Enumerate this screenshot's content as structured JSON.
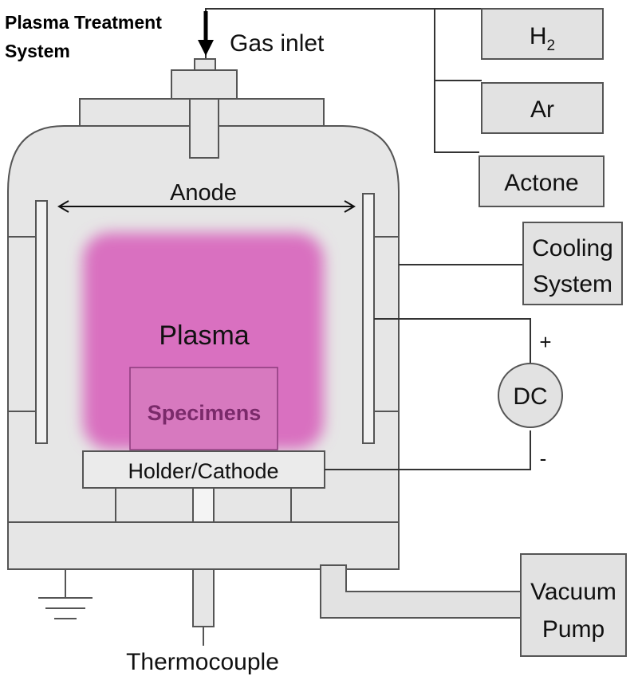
{
  "title_line1": "Plasma Treatment",
  "title_line2": "System",
  "gas_inlet": "Gas inlet",
  "gas_h2": "H",
  "gas_h2_sub": "2",
  "gas_ar": "Ar",
  "gas_acetone": "Actone",
  "anode": "Anode",
  "plasma": "Plasma",
  "specimens": "Specimens",
  "holder": "Holder/Cathode",
  "cooling_line1": "Cooling",
  "cooling_line2": "System",
  "dc": "DC",
  "plus": "+",
  "minus": "-",
  "vacuum_line1": "Vacuum",
  "vacuum_line2": "Pump",
  "thermocouple": "Thermocouple",
  "colors": {
    "chamber_fill": "#e6e6e6",
    "box_fill": "#e2e2e2",
    "stroke": "#555555",
    "plasma": "#d96fc0",
    "specimen_text": "#7a2a6a"
  }
}
